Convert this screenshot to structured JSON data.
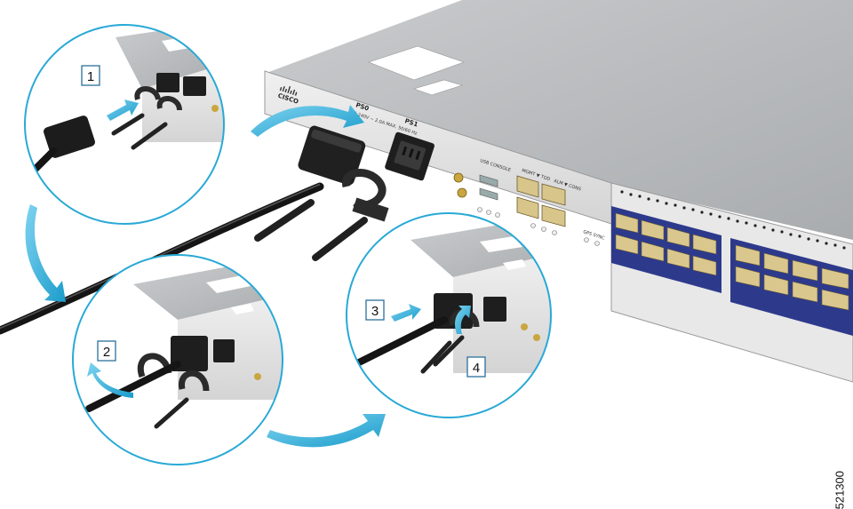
{
  "figure": {
    "id": "521300",
    "steps": [
      {
        "number": "1"
      },
      {
        "number": "2"
      },
      {
        "number": "3"
      },
      {
        "number": "4"
      }
    ]
  },
  "device": {
    "brand": "CISCO",
    "ps0_label": "PS0",
    "ps1_label": "PS1",
    "rating": "100-240V ~ 2.0A MAX. 50/60 Hz",
    "port_labels": {
      "usb_console": "USB CONSOLE",
      "mgmt_tod": "MGMT ▼ TOD",
      "alm_cons": "ALM ▼ CONS",
      "gps_sync": "GPS SYNC"
    }
  },
  "colors": {
    "accent_arrow": "#29a9d6",
    "chassis": "#b9bcbf",
    "face": "#e4e4e4",
    "connector": "#2a2a2a",
    "sfp_blue": "#2d3a8c",
    "rj45_gold": "#d8c58a"
  },
  "icons": {
    "flow_arrow": "curved-arrow-icon",
    "insert_arrow": "insert-arrow-icon",
    "rotate_arrow": "rotate-arrow-icon"
  }
}
